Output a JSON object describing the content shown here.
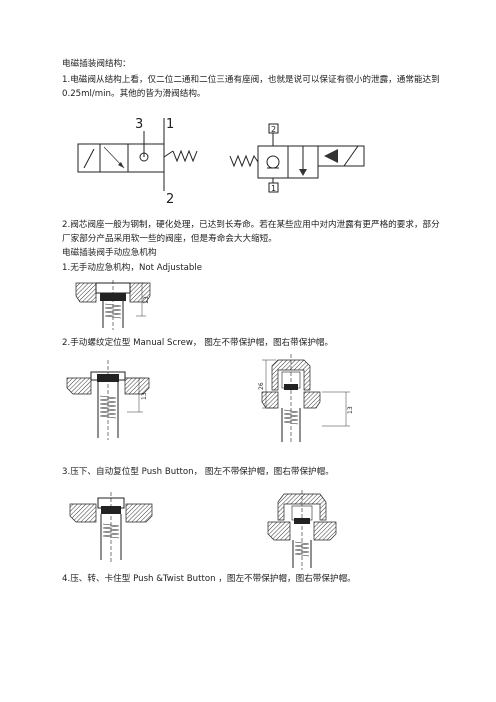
{
  "heading": "电磁插装阀结构：",
  "para1": "1.电磁阀从结构上看，仅二位二通和二位三通有座阀，也就是说可以保证有很小的泄露，通常能达到 0.25ml/min。其他的皆为滑阀结构。",
  "symbol_left": {
    "port3": "3",
    "port1": "1",
    "port2": "2"
  },
  "symbol_right": {
    "port2": "2",
    "port1": "1"
  },
  "para2": "2.阀芯阀座一般为钢制，硬化处理，已达到长寿命。若在某些应用中对内泄露有更严格的要求，部分厂家部分产品采用软一些的阀座，但是寿命会大大缩短。",
  "heading2": "电磁插装阀手动应急机构",
  "item1": "1.无手动应急机构，Not Adjustable",
  "item2": "2.手动螺纹定位型 Manual Screw， 图左不带保护帽，图右带保护帽。",
  "item3": "3.压下、自动复位型 Push Button， 图左不带保护帽，图右带保护帽。",
  "item4": "4.压、转、卡住型 Push &Twist Button ，图左不带保护帽，图右带保护帽。",
  "dims": {
    "fig1": "13",
    "fig2_left": "13",
    "fig2_right_total": "26",
    "fig2_right": "13"
  }
}
